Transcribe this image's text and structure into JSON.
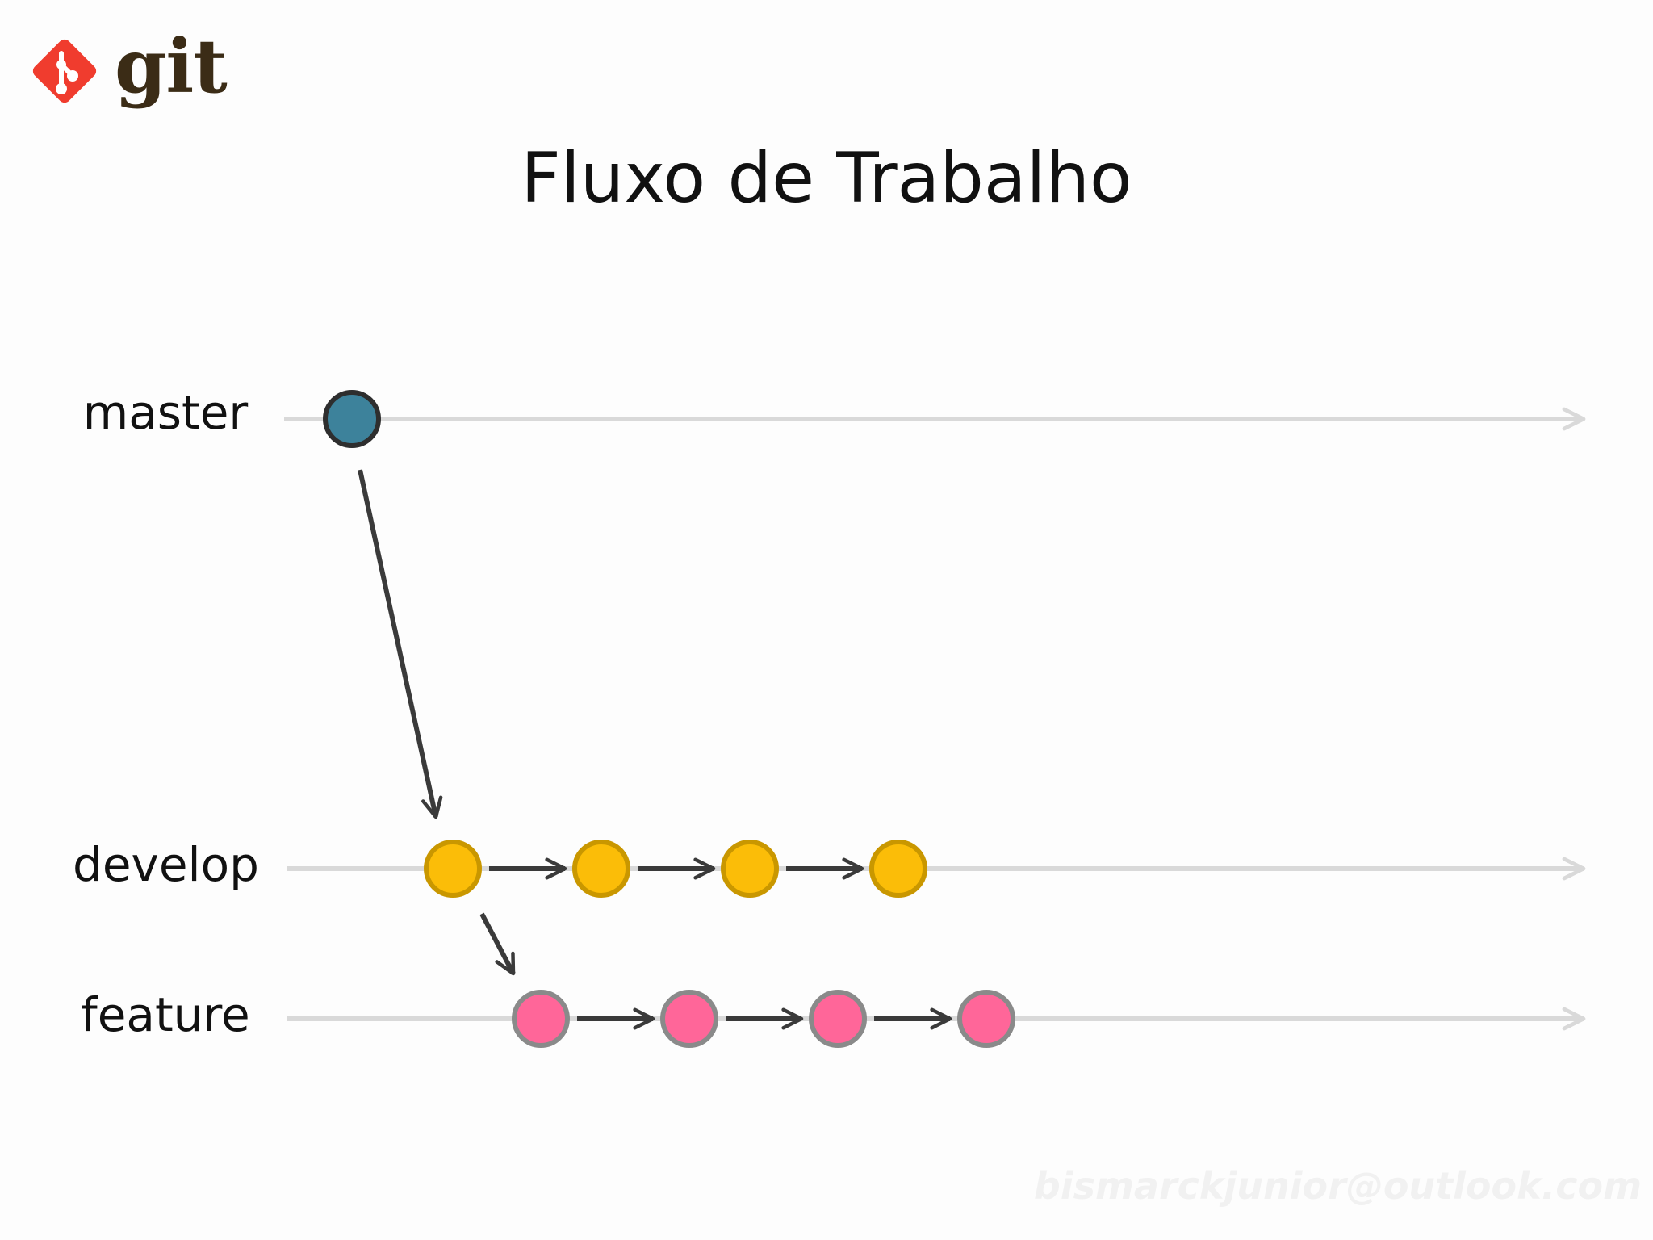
{
  "logo": {
    "wordmark": "git",
    "icon": "git-logo-icon",
    "color": "#f03c2e"
  },
  "title": "Fluxo de Trabalho",
  "branches": [
    {
      "label": "master",
      "commit_count": 1,
      "commit_fill": "#3d829b",
      "commit_stroke": "#2e2e2e"
    },
    {
      "label": "develop",
      "commit_count": 4,
      "commit_fill": "#fbbd08",
      "commit_stroke": "#c99700"
    },
    {
      "label": "feature",
      "commit_count": 4,
      "commit_fill": "#ff6699",
      "commit_stroke": "#8a8a8a"
    }
  ],
  "colors": {
    "timeline": "#d9d9d9",
    "arrow": "#3a3a3a"
  },
  "watermark": "bismarckjunior@outlook.com"
}
